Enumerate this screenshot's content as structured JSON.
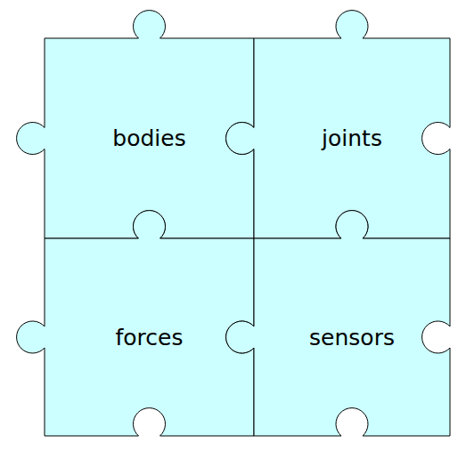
{
  "diagram": {
    "nodes": [
      {
        "text": [
          "bodies"
        ]
      },
      {
        "text": [
          "joints"
        ]
      },
      {
        "text": [
          "forces"
        ]
      },
      {
        "text": [
          "sensors"
        ]
      }
    ]
  }
}
